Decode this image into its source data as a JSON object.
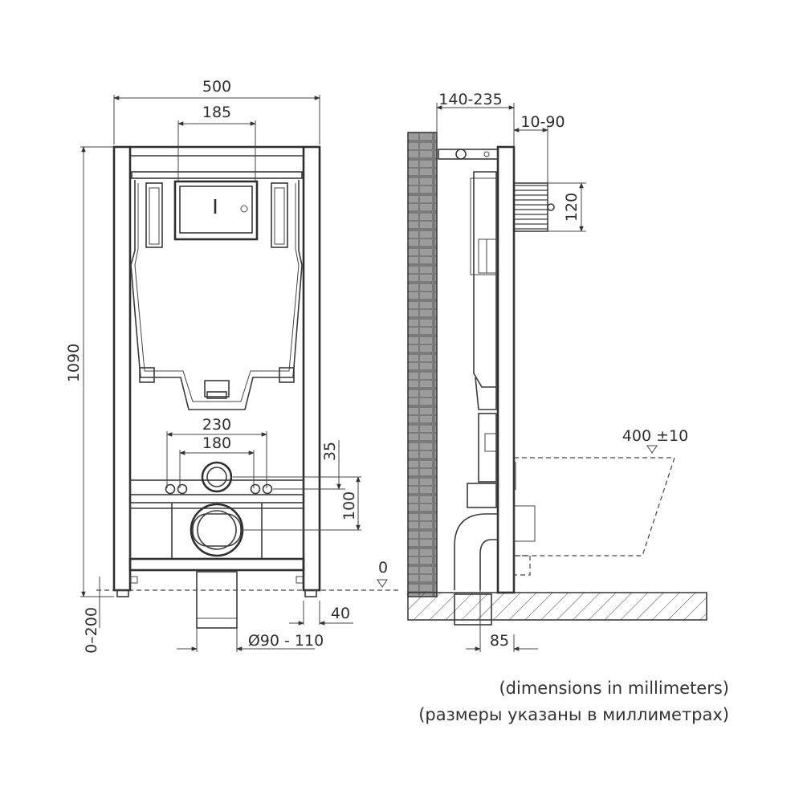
{
  "dimensions": {
    "width_500": "500",
    "spacing_185": "185",
    "height_1090": "1090",
    "leg_0_200": "0–200",
    "spacing_230": "230",
    "spacing_180": "180",
    "offset_35": "35",
    "offset_100": "100",
    "diameter": "Ø90 - 110",
    "offset_40": "40",
    "depth_140_235": "140-235",
    "range_10_90": "10-90",
    "height_120": "120",
    "seat_height": "400 ±10",
    "floor_level": "0",
    "offset_85": "85"
  },
  "notes": {
    "en": "(dimensions in millimeters)",
    "ru": "(размеры указаны в миллиметрах)"
  }
}
